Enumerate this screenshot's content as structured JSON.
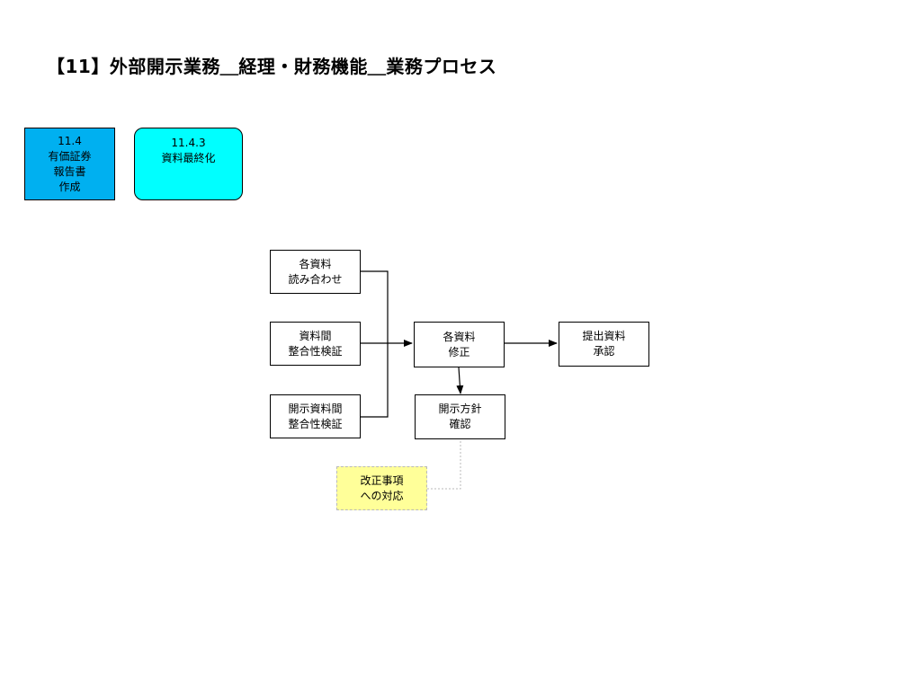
{
  "title": "【11】外部開示業務＿経理・財務機能＿業務プロセス",
  "nodes": {
    "parent": {
      "lines": [
        "11.4",
        "有価証券",
        "報告書",
        "作成"
      ]
    },
    "current": {
      "lines": [
        "11.4.3",
        "資料最終化"
      ]
    },
    "collate": {
      "lines": [
        "各資料",
        "読み合わせ"
      ]
    },
    "consist": {
      "lines": [
        "資料間",
        "整合性検証"
      ]
    },
    "disclose": {
      "lines": [
        "開示資料間",
        "整合性検証"
      ]
    },
    "revise": {
      "lines": [
        "各資料",
        "修正"
      ]
    },
    "approve": {
      "lines": [
        "提出資料",
        "承認"
      ]
    },
    "policy": {
      "lines": [
        "開示方針",
        "確認"
      ]
    },
    "note": {
      "lines": [
        "改正事項",
        "への対応"
      ]
    }
  },
  "colors": {
    "parent_fill": "#00b0f0",
    "current_fill": "#00ffff",
    "note_fill": "#ffff99",
    "line": "#000000",
    "note_line": "#b9b9b9"
  }
}
